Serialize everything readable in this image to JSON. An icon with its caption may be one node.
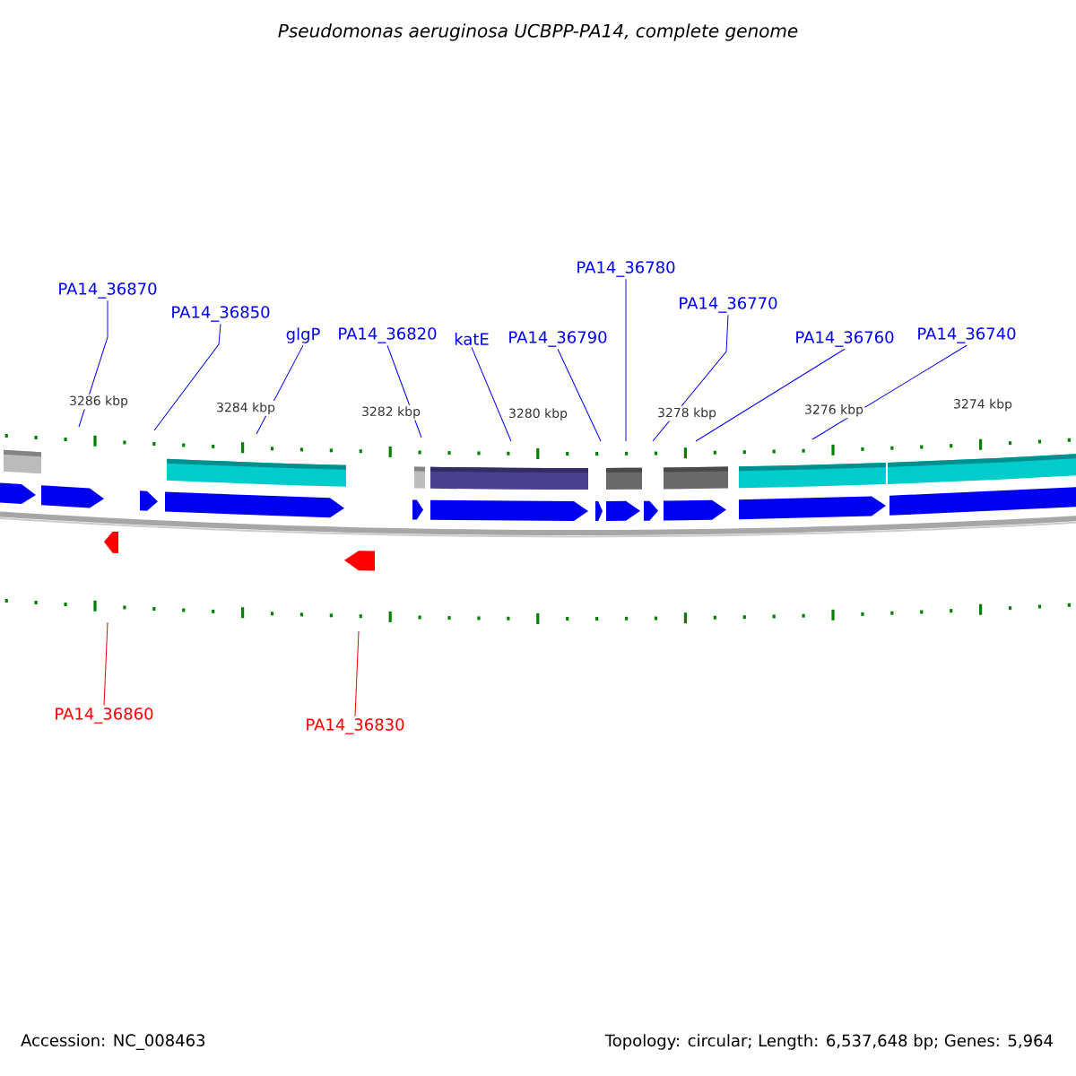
{
  "diagram": {
    "title": "Pseudomonas aeruginosa UCBPP-PA14, complete genome",
    "nodes": [
      {
        "text": [
          "PA14_36870"
        ]
      },
      {
        "text": [
          "PA14_36850"
        ]
      },
      {
        "text": [
          "glgP"
        ]
      },
      {
        "text": [
          "PA14_36820"
        ]
      },
      {
        "text": [
          "katE"
        ]
      },
      {
        "text": [
          "PA14_36790"
        ]
      },
      {
        "text": [
          "PA14_36780"
        ]
      },
      {
        "text": [
          "PA14_36770"
        ]
      },
      {
        "text": [
          "PA14_36760"
        ]
      },
      {
        "text": [
          "PA14_36740"
        ]
      },
      {
        "text": [
          "PA14_36860"
        ]
      },
      {
        "text": [
          "PA14_36830"
        ]
      }
    ],
    "edges": [
      {
        "from": 0,
        "to": null,
        "arrow": "none"
      },
      {
        "from": 1,
        "to": null,
        "arrow": "none"
      },
      {
        "from": 2,
        "to": null,
        "arrow": "none"
      },
      {
        "from": 3,
        "to": null,
        "arrow": "none"
      },
      {
        "from": 4,
        "to": null,
        "arrow": "none"
      },
      {
        "from": 5,
        "to": null,
        "arrow": "none"
      },
      {
        "from": 6,
        "to": null,
        "arrow": "none"
      },
      {
        "from": 7,
        "to": null,
        "arrow": "none"
      },
      {
        "from": 8,
        "to": null,
        "arrow": "none"
      },
      {
        "from": 9,
        "to": null,
        "arrow": "none"
      },
      {
        "from": 10,
        "to": null,
        "arrow": "none",
        "color": "#ff0000"
      },
      {
        "from": 11,
        "to": null,
        "arrow": "none",
        "color": "#ff0000"
      }
    ],
    "labels": [
      "3286 kbp",
      "3284 kbp",
      "3282 kbp",
      "3280 kbp",
      "3278 kbp",
      "3276 kbp",
      "3274 kbp",
      "Accession: NC_008463",
      "Topology: circular; Length: 6,537,648 bp; Genes: 5,964"
    ]
  }
}
